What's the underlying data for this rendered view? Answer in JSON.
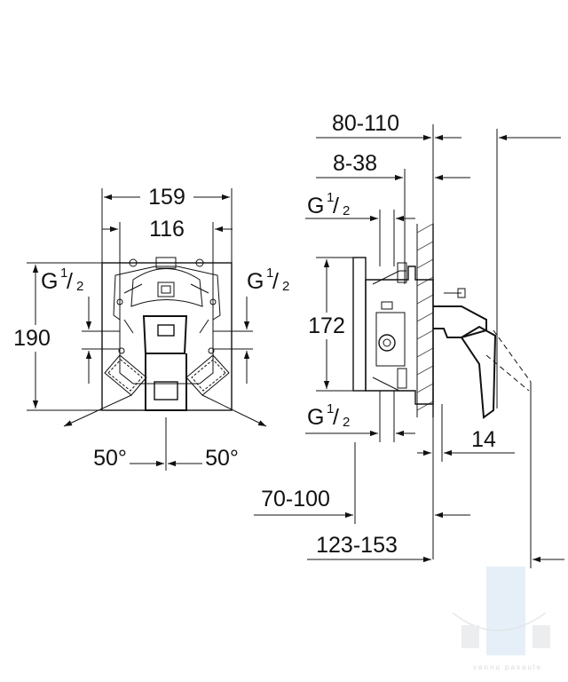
{
  "front_view": {
    "width_outer": "159",
    "width_inner": "116",
    "height": "190",
    "connection_left": {
      "main": "G",
      "num": "1",
      "den": "2"
    },
    "connection_right": {
      "main": "G",
      "num": "1",
      "den": "2"
    },
    "angle_left": "50°",
    "angle_right": "50°"
  },
  "side_view": {
    "depth_range": "80-110",
    "wall_range": "8-38",
    "connection_top": {
      "main": "G",
      "num": "1",
      "den": "2"
    },
    "connection_bottom": {
      "main": "G",
      "num": "1",
      "den": "2"
    },
    "spacing": "172",
    "plate": "14",
    "install_range": "70-100",
    "total_range": "123-153"
  },
  "watermark": {
    "text": "vannu pasaule"
  }
}
